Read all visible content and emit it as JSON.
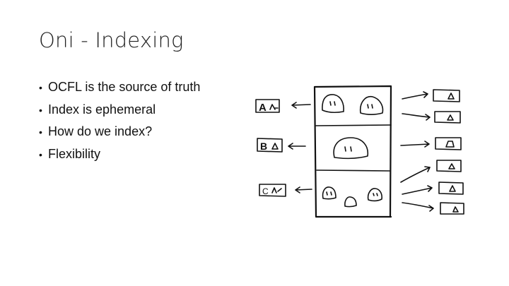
{
  "slide": {
    "title": "Oni - Indexing",
    "bullets": [
      "OCFL is the source of truth",
      "Index is ephemeral",
      "How do we index?",
      "Flexibility"
    ]
  },
  "sketch": {
    "index_labels": [
      "A",
      "B",
      "C"
    ]
  }
}
